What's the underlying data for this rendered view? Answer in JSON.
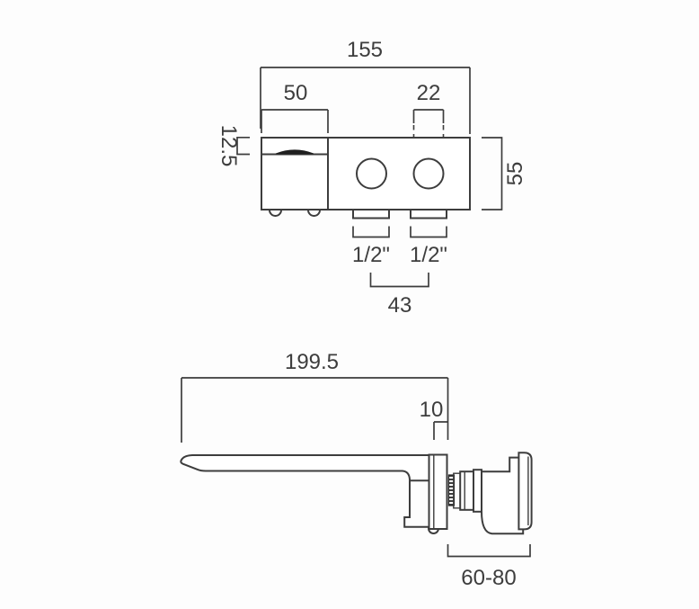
{
  "drawing_type": "tap-technical-dimension-drawing",
  "colors": {
    "line": "#3d3d3d",
    "background": "#fdfdfd",
    "spout_slot_fill": "#1f1f1f"
  },
  "top_view": {
    "dims": {
      "overall_width": "155",
      "spout_section_width": "50",
      "control_diameter": "22",
      "spout_slot_offset": "12.5",
      "body_height": "55",
      "left_connection": "1/2\"",
      "right_connection": "1/2\"",
      "connection_spacing": "43"
    }
  },
  "side_view": {
    "dims": {
      "spout_reach": "199.5",
      "wall_plate_thickness": "10",
      "rough_in_range": "60-80"
    }
  }
}
